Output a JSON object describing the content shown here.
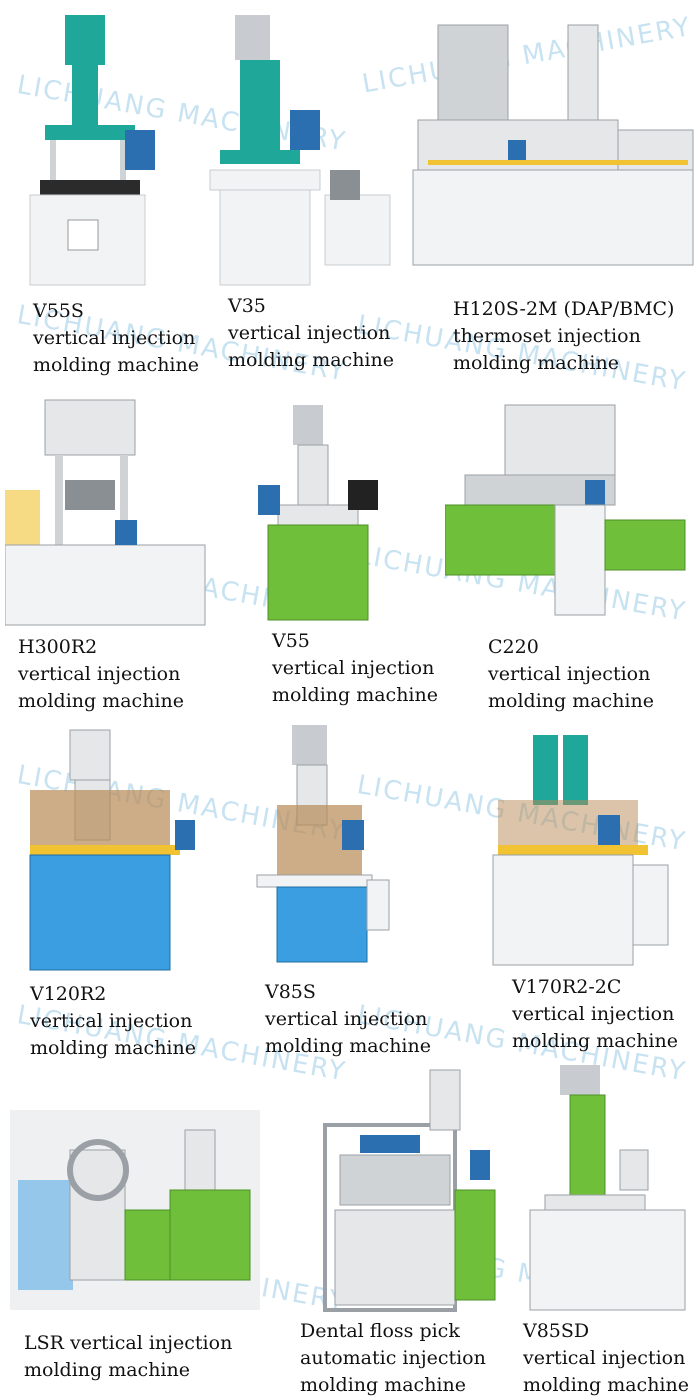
{
  "watermark": "LICHUANG MACHINERY",
  "colors": {
    "teal": "#1fa89a",
    "green": "#6fbf3a",
    "blue": "#3a9ee0",
    "white_body": "#f1f3f4",
    "grey": "#b8bcc0",
    "panel": "#2b6fb0",
    "yellow": "#f1c232",
    "wood": "#b88a55"
  },
  "machines": [
    {
      "model": "V55S",
      "line1": "vertical injection",
      "line2": "molding machine",
      "style": "teal"
    },
    {
      "model": "V35",
      "line1": "vertical injection",
      "line2": "molding machine",
      "style": "teal"
    },
    {
      "model": "H120S-2M (DAP/BMC)",
      "line1": "thermoset injection",
      "line2": "molding machine",
      "style": "grey"
    },
    {
      "model": "H300R2",
      "line1": "vertical injection",
      "line2": "molding machine",
      "style": "grey"
    },
    {
      "model": "V55",
      "line1": "vertical injection",
      "line2": "molding machine",
      "style": "green"
    },
    {
      "model": "C220",
      "line1": "vertical injection",
      "line2": "molding machine",
      "style": "green"
    },
    {
      "model": "V120R2",
      "line1": "vertical injection",
      "line2": "molding machine",
      "style": "blue"
    },
    {
      "model": "V85S",
      "line1": "vertical injection",
      "line2": "molding machine",
      "style": "blue"
    },
    {
      "model": "V170R2-2C",
      "line1": "vertical injection",
      "line2": "molding machine",
      "style": "teal"
    },
    {
      "model": "LSR vertical injection",
      "line1": "molding machine",
      "line2": "",
      "style": "green"
    },
    {
      "model": "Dental floss pick",
      "line1": "automatic injection",
      "line2": "molding machine",
      "style": "grey"
    },
    {
      "model": "V85SD",
      "line1": "vertical injection",
      "line2": "molding machine",
      "style": "green"
    }
  ]
}
